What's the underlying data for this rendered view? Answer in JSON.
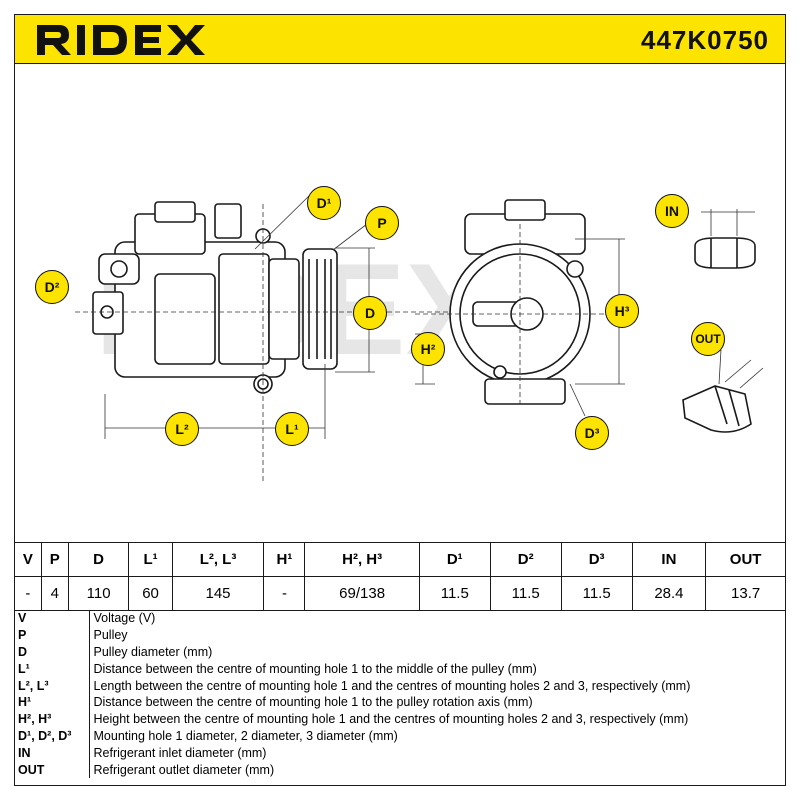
{
  "header": {
    "brand": "RIDEX",
    "part_number": "447K0750",
    "brand_color": "#fde400"
  },
  "drawing": {
    "watermark": "RIDEX",
    "labels": {
      "d1": "D¹",
      "p": "P",
      "d2": "D²",
      "d": "D",
      "l2": "L²",
      "l1": "L¹",
      "in": "IN",
      "h3": "H³",
      "h2": "H²",
      "out": "OUT",
      "d3": "D³"
    }
  },
  "spec_table": {
    "headers": [
      "V",
      "P",
      "D",
      "L¹",
      "L², L³",
      "H¹",
      "H², H³",
      "D¹",
      "D²",
      "D³",
      "IN",
      "OUT"
    ],
    "values": [
      "-",
      "4",
      "110",
      "60",
      "145",
      "-",
      "69/138",
      "11.5",
      "11.5",
      "11.5",
      "28.4",
      "13.7"
    ]
  },
  "legend": [
    {
      "key": "V",
      "desc": "Voltage (V)"
    },
    {
      "key": "P",
      "desc": "Pulley"
    },
    {
      "key": "D",
      "desc": "Pulley diameter (mm)"
    },
    {
      "key": "L¹",
      "desc": "Distance between the centre of mounting hole 1 to the middle of the pulley (mm)"
    },
    {
      "key": "L², L³",
      "desc": "Length between the centre of mounting hole 1 and the centres of mounting holes 2 and 3, respectively (mm)"
    },
    {
      "key": "H¹",
      "desc": "Distance between the centre of mounting hole 1 to the pulley rotation axis (mm)"
    },
    {
      "key": "H², H³",
      "desc": "Height between the centre of mounting hole 1 and the centres of mounting holes 2 and 3, respectively (mm)"
    },
    {
      "key": "D¹, D², D³",
      "desc": "Mounting hole 1 diameter, 2 diameter, 3 diameter (mm)"
    },
    {
      "key": "IN",
      "desc": "Refrigerant inlet diameter (mm)"
    },
    {
      "key": "OUT",
      "desc": "Refrigerant outlet diameter (mm)"
    }
  ]
}
